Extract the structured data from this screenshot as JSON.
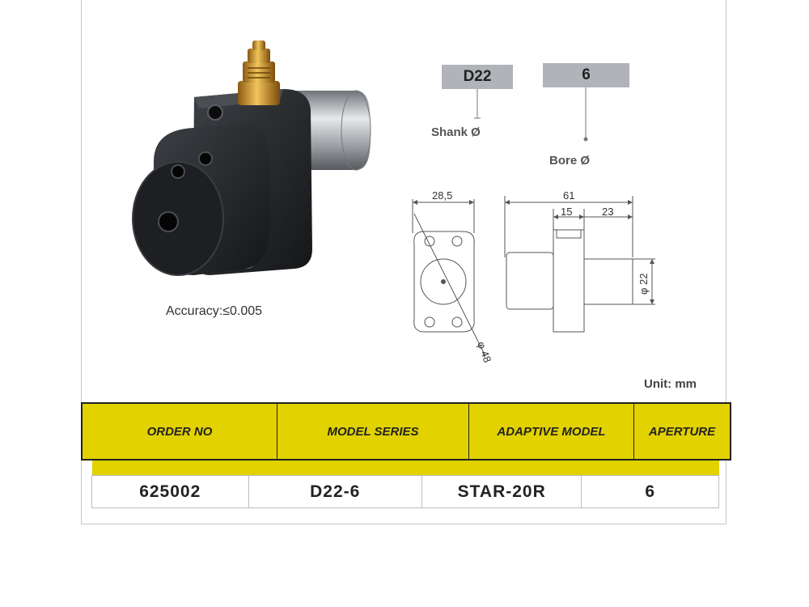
{
  "codes": {
    "shank_code": "D22",
    "bore_code": "6",
    "shank_label": "Shank Ø",
    "bore_label": "Bore Ø"
  },
  "accuracy": "Accuracy:≤0.005",
  "drawing": {
    "dim_width": "28,5",
    "dim_diameter": "φ 48",
    "dim_length": "61",
    "dim_flange": "15",
    "dim_shank_len": "23",
    "dim_shank_dia": "φ 22"
  },
  "unit": "Unit: mm",
  "table": {
    "headers": [
      "ORDER NO",
      "MODEL  SERIES",
      "ADAPTIVE MODEL",
      "APERTURE"
    ],
    "row": [
      "625002",
      "D22-6",
      "STAR-20R",
      "6"
    ]
  },
  "colors": {
    "table_header": "#e2d200",
    "code_box": "#b0b3b8"
  }
}
